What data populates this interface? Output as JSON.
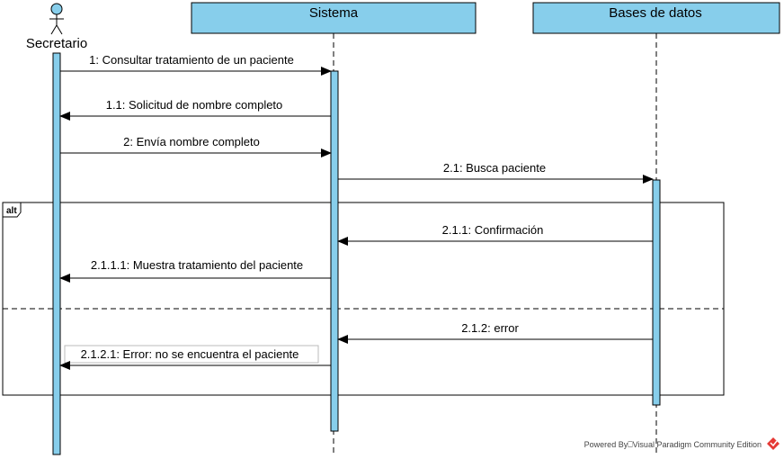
{
  "actor": {
    "name": "Secretario"
  },
  "participants": [
    {
      "name": "Sistema"
    },
    {
      "name": "Bases de datos"
    }
  ],
  "fragment": {
    "operator": "alt"
  },
  "messages": [
    {
      "label": "1: Consultar tratamiento de un paciente"
    },
    {
      "label": "1.1: Solicitud de nombre completo"
    },
    {
      "label": "2: Envía nombre completo"
    },
    {
      "label": "2.1: Busca paciente"
    },
    {
      "label": "2.1.1: Confirmación"
    },
    {
      "label": "2.1.1.1: Muestra tratamiento del paciente"
    },
    {
      "label": "2.1.2: error"
    },
    {
      "label": "2.1.2.1: Error: no se encuentra el paciente"
    }
  ],
  "footer": {
    "text": "Powered By⎕Visual Paradigm Community Edition"
  },
  "colors": {
    "lifeline_head_fill": "#87CEEB",
    "activation_fill": "#87CEEB",
    "stroke": "#000000",
    "logo_red": "#e53935"
  }
}
